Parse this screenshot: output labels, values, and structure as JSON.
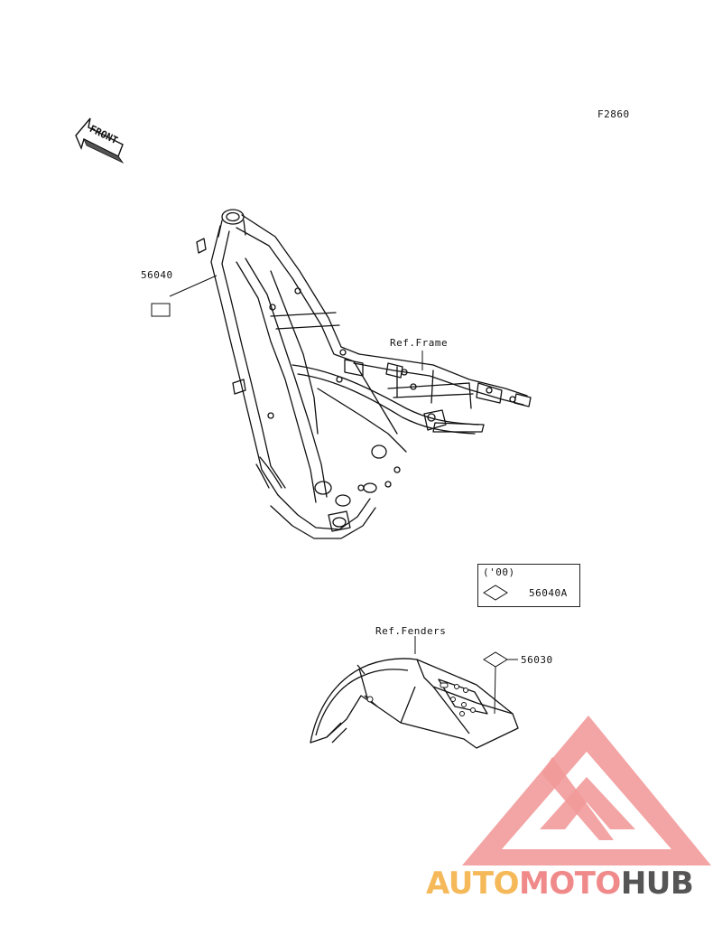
{
  "figure_code": "F2860",
  "front_arrow_text": "FRONT",
  "parts": {
    "label_frame_decal": "56040",
    "ref_frame": "Ref.Frame",
    "variant_year": "('00)",
    "label_variant": "56040A",
    "ref_fenders": "Ref.Fenders",
    "label_fender_decal": "56030"
  },
  "watermark": {
    "part1": "AUTO",
    "part2": "MOTO",
    "part3": "HUB",
    "color1": "#f5b95a",
    "color2": "#f08a8a",
    "color3": "#555555",
    "logo_color": "#f29a9a"
  }
}
